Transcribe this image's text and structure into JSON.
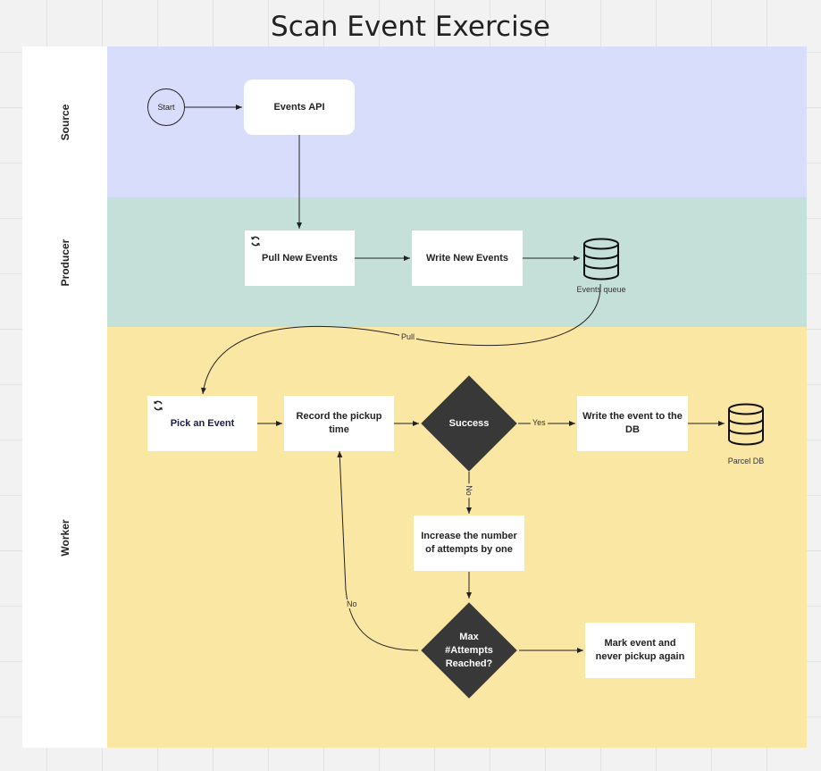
{
  "title": "Scan Event Exercise",
  "colors": {
    "source_lane": "#d8ddfc",
    "producer_lane": "#c5e0d8",
    "worker_lane": "#fbe7a4",
    "decision_fill": "#383838"
  },
  "lanes": {
    "source": "Source",
    "producer": "Producer",
    "worker": "Worker"
  },
  "nodes": {
    "start": "Start",
    "events_api": "Events API",
    "pull_new_events": "Pull New Events",
    "write_new_events": "Write New Events",
    "events_queue": "Events queue",
    "pick_event": "Pick an Event",
    "record_pickup": "Record the pickup time",
    "success": "Success",
    "write_event_db": "Write the event to the DB",
    "parcel_db": "Parcel DB",
    "increase_attempts": "Increase the number of attempts by one",
    "max_attempts": "Max #Attempts Reached?",
    "mark_event": "Mark event and never pickup again"
  },
  "edge_labels": {
    "pull": "Pull",
    "yes": "Yes",
    "no_success": "No",
    "no_max": "No"
  },
  "icons": {
    "loop": "refresh-icon",
    "database": "database-icon"
  }
}
